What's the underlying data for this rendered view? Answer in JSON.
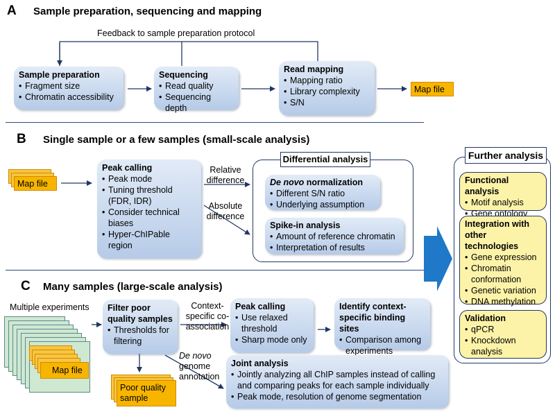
{
  "sections": {
    "a": {
      "letter": "A",
      "title": "Sample preparation, sequencing and mapping"
    },
    "b": {
      "letter": "B",
      "title": "Single sample or a few samples (small-scale analysis)"
    },
    "c": {
      "letter": "C",
      "title": "Many samples (large-scale analysis)"
    }
  },
  "a": {
    "feedback": "Feedback to sample preparation protocol",
    "sample_prep": {
      "title": "Sample preparation",
      "items": [
        "Fragment size",
        "Chromatin accessibility"
      ]
    },
    "sequencing": {
      "title": "Sequencing",
      "items": [
        "Read quality",
        "Sequencing depth"
      ]
    },
    "read_mapping": {
      "title": "Read mapping",
      "items": [
        "Mapping ratio",
        "Library complexity",
        "S/N"
      ]
    },
    "map_file": "Map file"
  },
  "b": {
    "map_file": "Map file",
    "peak_calling": {
      "title": "Peak calling",
      "items": [
        "Peak mode",
        "Tuning threshold (FDR, IDR)",
        "Consider technical biases",
        "Hyper-ChIPable region"
      ]
    },
    "relative_difference": "Relative difference",
    "absolute_difference": "Absolute difference",
    "differential_header": "Differential analysis",
    "denovo_norm": {
      "title_italic": "De novo",
      "title_rest": " normalization",
      "items": [
        "Different S/N ratio",
        "Underlying assumption"
      ]
    },
    "spike_in": {
      "title": "Spike-in analysis",
      "items": [
        "Amount of reference chromatin",
        "Interpretation of results"
      ]
    }
  },
  "further": {
    "header": "Further analysis",
    "functional": {
      "title": "Functional analysis",
      "items": [
        "Motif analysis",
        "Gene ontology"
      ]
    },
    "integration": {
      "title": "Integration with other technologies",
      "items": [
        "Gene expression",
        "Chromatin conformation",
        "Genetic variation",
        "DNA methylation"
      ]
    },
    "validation": {
      "title": "Validation",
      "items": [
        "qPCR",
        "Knockdown analysis"
      ]
    }
  },
  "c": {
    "multiple_experiments": "Multiple experiments",
    "map_file": "Map file",
    "filter": {
      "title": "Filter poor quality samples",
      "items": [
        "Thresholds for filtering"
      ]
    },
    "context_specific": "Context-specific co-association",
    "denovo_annot_italic": "De novo",
    "denovo_annot_rest": "genome annotation",
    "poor_quality": "Poor quality sample",
    "peak_calling": {
      "title": "Peak calling",
      "items": [
        "Use relaxed threshold",
        "Sharp mode only"
      ]
    },
    "identify": {
      "title": "Identify context-specific binding sites",
      "items": [
        "Comparison among experiments"
      ]
    },
    "joint": {
      "title": "Joint analysis",
      "items": [
        "Jointly analyzing all ChIP samples instead of calling and comparing peaks for each sample individually",
        "Peak mode, resolution of genome segmentation"
      ]
    }
  },
  "colors": {
    "box_top": "#e2ebf7",
    "box_bottom": "#b6cbe8",
    "map_file": "#f7b500",
    "further_box": "#fdf3a8",
    "big_arrow": "#1f78c8",
    "line": "#1f3864"
  }
}
